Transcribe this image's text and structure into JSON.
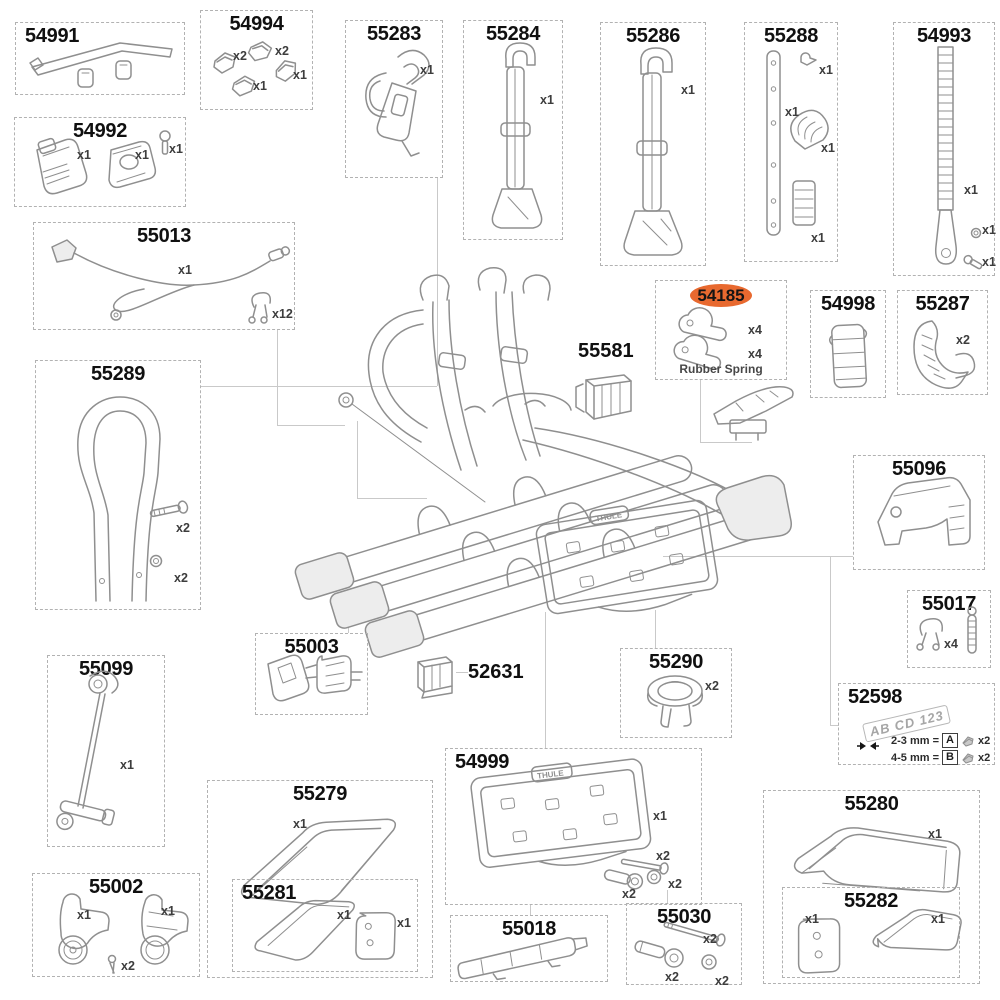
{
  "brand": "THULE",
  "highlight": {
    "color": "#e8692f",
    "part": "54185"
  },
  "parts": {
    "p54991": {
      "label": "54991"
    },
    "p54994": {
      "label": "54994",
      "q": [
        "x2",
        "x2",
        "x1",
        "x1"
      ]
    },
    "p55283": {
      "label": "55283",
      "q": [
        "x1"
      ]
    },
    "p55284": {
      "label": "55284",
      "q": [
        "x1"
      ]
    },
    "p55286": {
      "label": "55286",
      "q": [
        "x1"
      ]
    },
    "p55288": {
      "label": "55288",
      "q": [
        "x1",
        "x1",
        "x1",
        "x1"
      ]
    },
    "p54993": {
      "label": "54993",
      "q": [
        "x1",
        "x1",
        "x1"
      ]
    },
    "p54992": {
      "label": "54992",
      "q": [
        "x1",
        "x1",
        "x1"
      ]
    },
    "p55013": {
      "label": "55013",
      "q": [
        "x1",
        "x12"
      ]
    },
    "p55289": {
      "label": "55289",
      "q": [
        "x2",
        "x2"
      ]
    },
    "p54185": {
      "label": "54185",
      "q": [
        "x4",
        "x4"
      ],
      "caption": "Rubber Spring"
    },
    "p54998": {
      "label": "54998"
    },
    "p55287": {
      "label": "55287",
      "q": [
        "x2"
      ]
    },
    "p55581": {
      "label": "55581"
    },
    "p55096": {
      "label": "55096"
    },
    "p55017": {
      "label": "55017",
      "q": [
        "x4"
      ]
    },
    "p52598": {
      "label": "52598",
      "plate_text": "AB CD 123",
      "rows": [
        {
          "size": "2-3 mm =",
          "letter": "A",
          "qty": "x2"
        },
        {
          "size": "4-5 mm =",
          "letter": "B",
          "qty": "x2"
        }
      ]
    },
    "p55099": {
      "label": "55099",
      "q": [
        "x1"
      ]
    },
    "p55003": {
      "label": "55003"
    },
    "p52631": {
      "label": "52631"
    },
    "p55290": {
      "label": "55290",
      "q": [
        "x2"
      ]
    },
    "p55279": {
      "label": "55279",
      "q": [
        "x1"
      ]
    },
    "p55281": {
      "label": "55281",
      "q": [
        "x1",
        "x1"
      ]
    },
    "p54999": {
      "label": "54999",
      "q": [
        "x1",
        "x2",
        "x2",
        "x2"
      ]
    },
    "p55018": {
      "label": "55018"
    },
    "p55030": {
      "label": "55030",
      "q": [
        "x2",
        "x2",
        "x2"
      ]
    },
    "p55002": {
      "label": "55002",
      "q": [
        "x1",
        "x1",
        "x2"
      ]
    },
    "p55280": {
      "label": "55280",
      "q": [
        "x1"
      ]
    },
    "p55282": {
      "label": "55282",
      "q": [
        "x1",
        "x1"
      ]
    }
  }
}
